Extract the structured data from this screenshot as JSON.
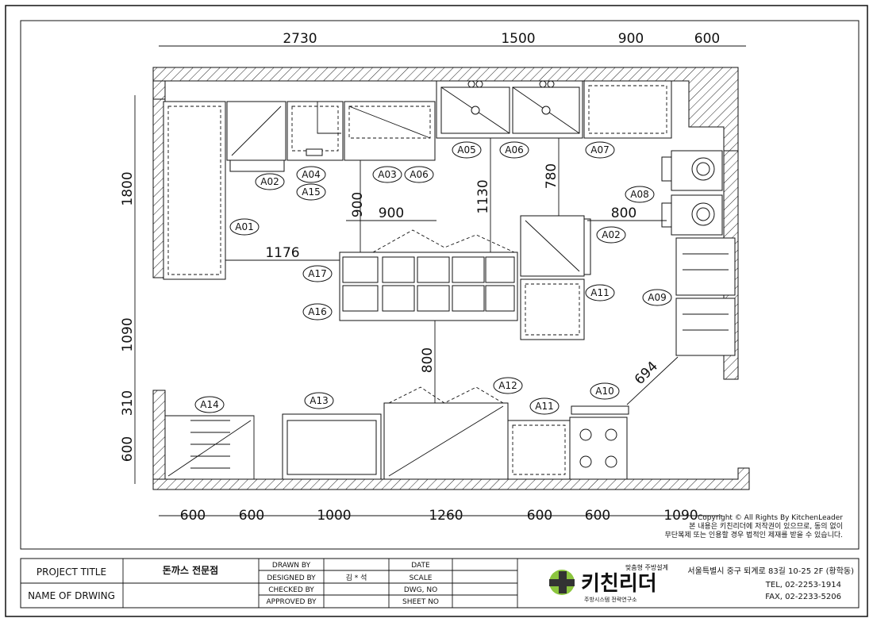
{
  "dimensions": {
    "top": [
      "2730",
      "1500",
      "900",
      "600"
    ],
    "bottom": [
      "600",
      "600",
      "1000",
      "1260",
      "600",
      "600",
      "1090"
    ],
    "left": [
      "1800",
      "1090",
      "310",
      "600"
    ],
    "inner": [
      "900",
      "900",
      "1130",
      "780",
      "800",
      "1176",
      "800",
      "694"
    ]
  },
  "tags": {
    "a01": "A01",
    "a02": "A02",
    "a02b": "A02",
    "a03": "A03",
    "a04": "A04",
    "a05": "A05",
    "a06": "A06",
    "a06b": "A06",
    "a07": "A07",
    "a08": "A08",
    "a09": "A09",
    "a10": "A10",
    "a11": "A11",
    "a11b": "A11",
    "a12": "A12",
    "a13": "A13",
    "a14": "A14",
    "a15": "A15",
    "a16": "A16",
    "a17": "A17"
  },
  "copyright": {
    "line1": "Copyright © All Rights By KitchenLeader",
    "line2": "본 내용은 키친리더에 저작권이 있으므로, 동의 없이",
    "line3": "무단복제 또는 인용할 경우 법적인 제재를 받을 수 있습니다."
  },
  "title_block": {
    "project_title_label": "PROJECT TITLE",
    "project_title_value": "돈까스 전문점",
    "name_label": "NAME OF DRWING",
    "drawn_by": "DRAWN BY",
    "designed_by": "DESIGNED BY",
    "designer": "김 * 석",
    "checked_by": "CHECKED BY",
    "approved_by": "APPROVED BY",
    "date": "DATE",
    "scale": "SCALE",
    "dwg_no": "DWG, NO",
    "sheet_no": "SHEET NO"
  },
  "logo": {
    "brand": "키친리더",
    "tagline": "맞춤형 주방설계",
    "subtitle": "주방시스템 전략연구소"
  },
  "contact": {
    "address": "서울특별시 중구 퇴계로 83길 10-25 2F (황학동)",
    "tel": "TEL, 02-2253-1914",
    "fax": "FAX, 02-2233-5206"
  },
  "colors": {
    "logo_green": "#8cc63f",
    "logo_dark": "#333333"
  }
}
